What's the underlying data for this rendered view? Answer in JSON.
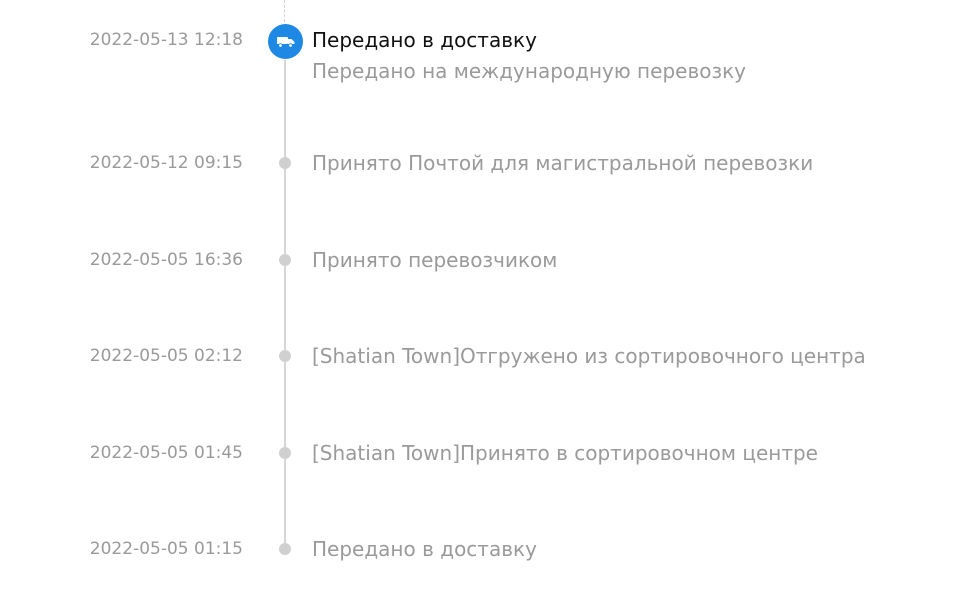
{
  "colors": {
    "accent": "#1e88e5",
    "text_primary": "#111111",
    "text_muted": "#9a9a9a",
    "rail": "#d6d6d6"
  },
  "timeline": {
    "events": [
      {
        "time": "2022-05-13 12:18",
        "title": "Передано в доставку",
        "subtitle": "Передано на международную перевозку",
        "icon": "truck-icon",
        "current": true
      },
      {
        "time": "2022-05-12 09:15",
        "title": "Принято Почтой для магистральной перевозки"
      },
      {
        "time": "2022-05-05 16:36",
        "title": "Принято перевозчиком"
      },
      {
        "time": "2022-05-05 02:12",
        "title": "[Shatian Town]Отгружено из сортировочного центра"
      },
      {
        "time": "2022-05-05 01:45",
        "title": "[Shatian Town]Принято в сортировочном центре"
      },
      {
        "time": "2022-05-05 01:15",
        "title": "Передано в доставку"
      }
    ]
  }
}
